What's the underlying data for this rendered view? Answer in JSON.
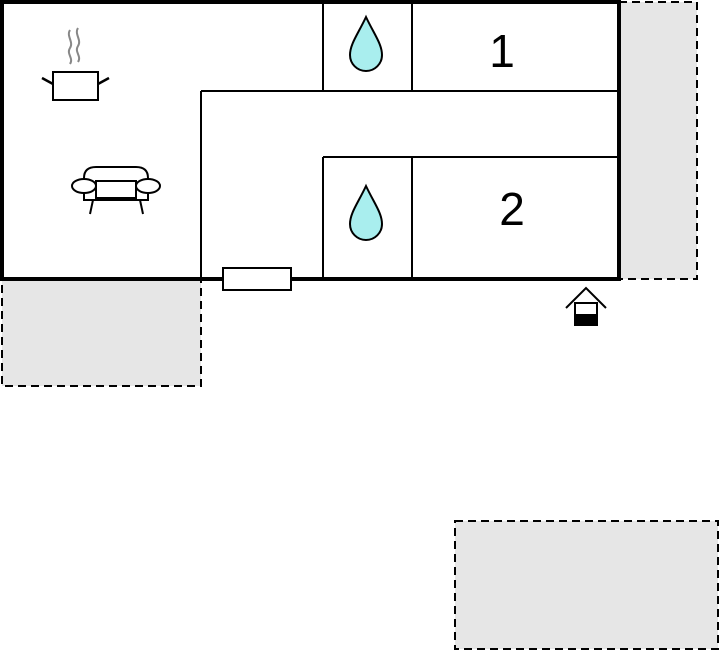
{
  "floorplan": {
    "rooms": [
      {
        "id": "bedroom-1",
        "label": "1"
      },
      {
        "id": "bedroom-2",
        "label": "2"
      }
    ],
    "icons": [
      "steaming-pot-icon",
      "sofa-icon",
      "water-drop-icon",
      "water-drop-icon",
      "entrance-icon",
      "window-icon"
    ],
    "colors": {
      "wall": "#000000",
      "terrace_fill": "#e6e6e6",
      "water_drop": "#a9eeee",
      "background": "#ffffff"
    }
  }
}
